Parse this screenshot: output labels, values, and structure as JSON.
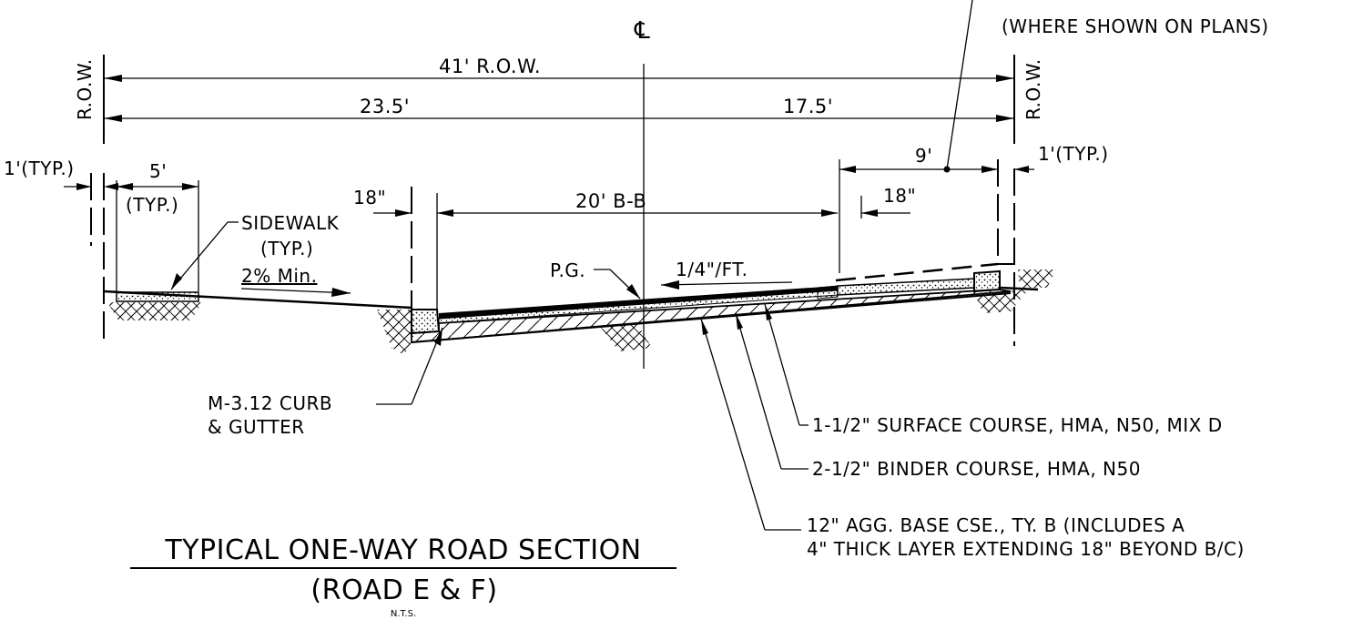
{
  "diagram": {
    "title": "TYPICAL ONE-WAY ROAD SECTION",
    "subtitle": "(ROAD E & F)",
    "scale_note": "N.T.S.",
    "centerline_symbol": "℄",
    "row_left": "R.O.W.",
    "row_right": "R.O.W.",
    "dim_row_total": "41' R.O.W.",
    "dim_left_half": "23.5'",
    "dim_right_half": "17.5'",
    "dim_bb": "20' B-B",
    "dim_9ft": "9'",
    "dim_18_left": "18\"",
    "dim_18_right": "18\"",
    "dim_1ft_left": "1'(TYP.)",
    "dim_1ft_right": "1'(TYP.)",
    "dim_5ft": "5'",
    "dim_5ft_typ": "(TYP.)",
    "label_sidewalk": "SIDEWALK",
    "label_sidewalk_typ": "(TYP.)",
    "label_2pct": "2% Min.",
    "label_pg": "P.G.",
    "label_slope": "1/4\"/FT.",
    "label_where_shown": "(WHERE SHOWN ON PLANS)",
    "label_curb_line1": "M-3.12 CURB",
    "label_curb_line2": "& GUTTER",
    "label_surface": "1-1/2\" SURFACE COURSE, HMA, N50, MIX D",
    "label_binder": "2-1/2\" BINDER COURSE, HMA, N50",
    "label_base_line1": "12\" AGG. BASE CSE., TY. B (INCLUDES A",
    "label_base_line2": "4\" THICK LAYER EXTENDING 18\" BEYOND B/C)"
  }
}
